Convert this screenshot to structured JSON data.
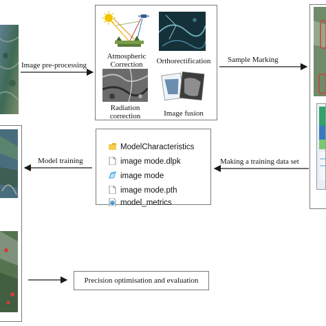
{
  "preprocessing": {
    "tiles": [
      {
        "label_lines": [
          "Atmospheric",
          "Correction"
        ]
      },
      {
        "label_lines": [
          "Orthorectification"
        ]
      },
      {
        "label_lines": [
          "Radiation",
          "correction"
        ]
      },
      {
        "label_lines": [
          "Image fusion"
        ]
      }
    ]
  },
  "arrows": {
    "image_preprocessing": "Image pre-processing",
    "sample_marking": "Sample Marking",
    "making_training_set": "Making a training data set",
    "model_training": "Model training"
  },
  "model_files": [
    {
      "name": "ModelCharacteristics",
      "icon": "folder-icon"
    },
    {
      "name": "image mode.dlpk",
      "icon": "document-icon"
    },
    {
      "name": "image mode",
      "icon": "image-file-icon"
    },
    {
      "name": "image mode.pth",
      "icon": "document-icon"
    },
    {
      "name": "model_metrics",
      "icon": "web-file-icon"
    }
  ],
  "precision_box": "Precision optimisation and evaluation",
  "colors": {
    "border": "#7a7a7a",
    "arrow": "#1a1a1a",
    "satellite_green": "#3f6b4a",
    "satellite_blue": "#4b6f8f",
    "highlight_red": "#d43c3c"
  }
}
